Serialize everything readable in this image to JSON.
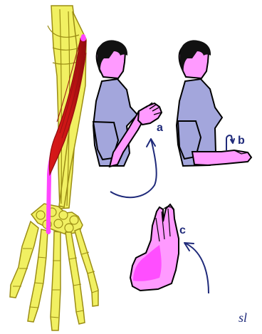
{
  "labels": {
    "a": "a",
    "b": "b",
    "c": "c"
  },
  "signature": "sl",
  "colors": {
    "background": "#000000",
    "panel": "#ffffff",
    "bone": "#f1f062",
    "bone_outline": "#9b8d14",
    "muscle": "#d81919",
    "muscle_dark": "#8f0d0d",
    "tendon": "#ff46ff",
    "shirt": "#a3a6dc",
    "hair": "#111111",
    "skin": "#ff9aff",
    "arrow": "#1f2a7a"
  },
  "icons": [
    "forearm-skeleton",
    "forearm-muscle",
    "person-pose-a",
    "person-pose-b",
    "hand-pose-c",
    "motion-arrow"
  ]
}
